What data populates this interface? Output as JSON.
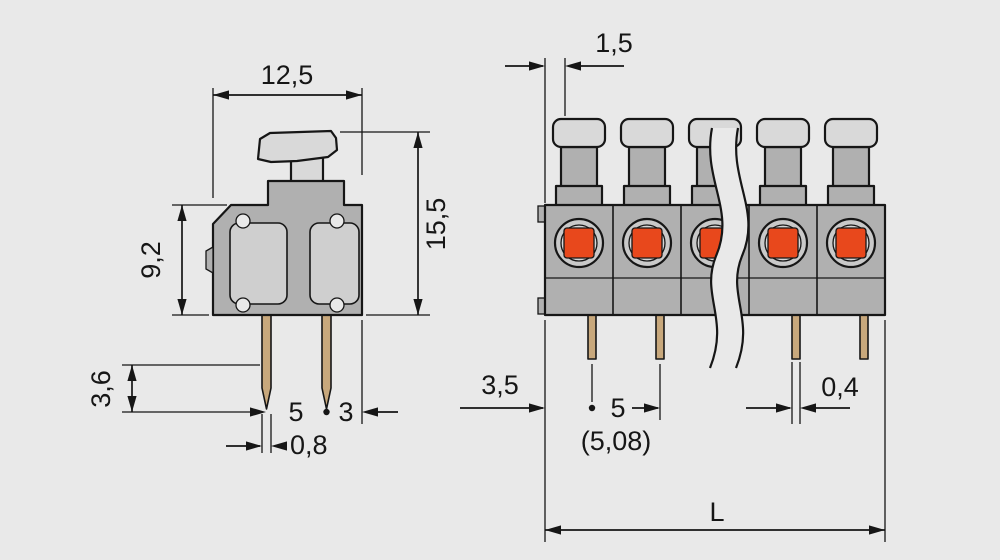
{
  "drawing": {
    "description": "terminal block dimensional drawing, side view and multi-pole front view",
    "colors": {
      "background": "#e9e9e9",
      "body": "#b0b0b0",
      "light": "#d9d9d9",
      "panel": "#cfcfcf",
      "circle": "#c9c9c9",
      "inner": "#d6d6d6",
      "orange": "#e8481c",
      "pin": "#c8a87c",
      "line": "#161616"
    },
    "side_view": {
      "dimensions": {
        "overall_width": "12,5",
        "overall_height": "15,5",
        "body_height": "9,2",
        "solder_pin_length": "3,6",
        "pin_spacing": "5",
        "pin_to_edge": "3",
        "pin_width": "0,8"
      }
    },
    "front_view": {
      "pole_count": 5,
      "dimensions": {
        "lip_width": "1,5",
        "edge_to_first_pin": "3,5",
        "pitch": "5",
        "pitch_alt": "(5,08)",
        "pin_thickness": "0,4",
        "overall_length": "L"
      }
    }
  }
}
